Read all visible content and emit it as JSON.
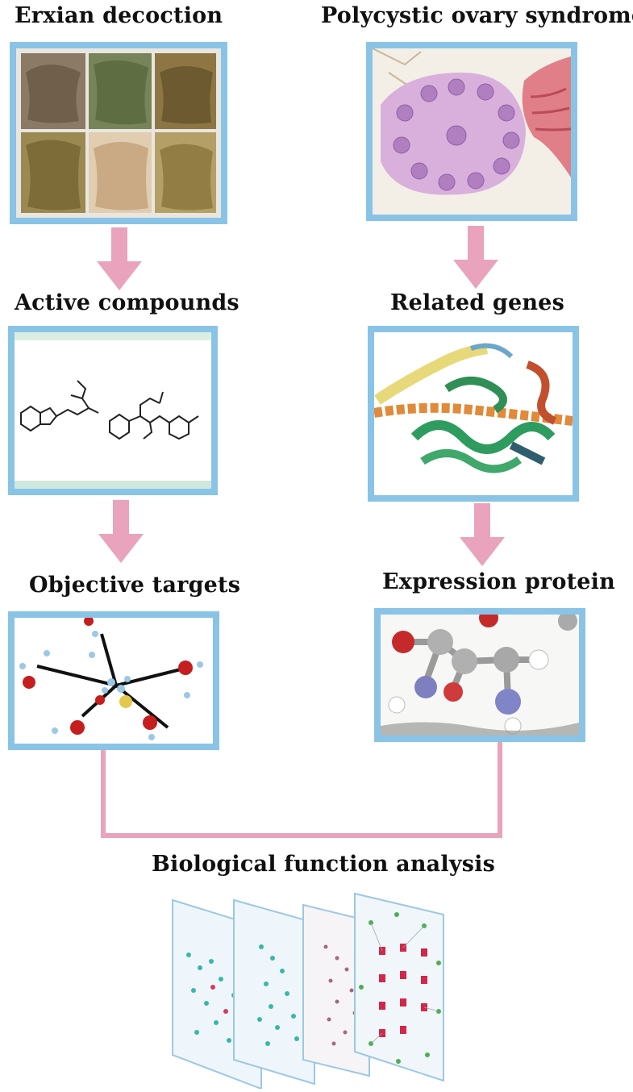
{
  "left_column": {
    "step1": "Erxian decoction",
    "step2": "Active compounds",
    "step3": "Objective targets"
  },
  "right_column": {
    "step1": "Polycystic ovary syndrome",
    "step2": "Related genes",
    "step3": "Expression protein"
  },
  "bottom": {
    "title": "Biological function analysis"
  },
  "colors": {
    "frame_border": "#89c4e6",
    "arrow": "#e9a3bc",
    "connector": "#e9a3bc"
  }
}
